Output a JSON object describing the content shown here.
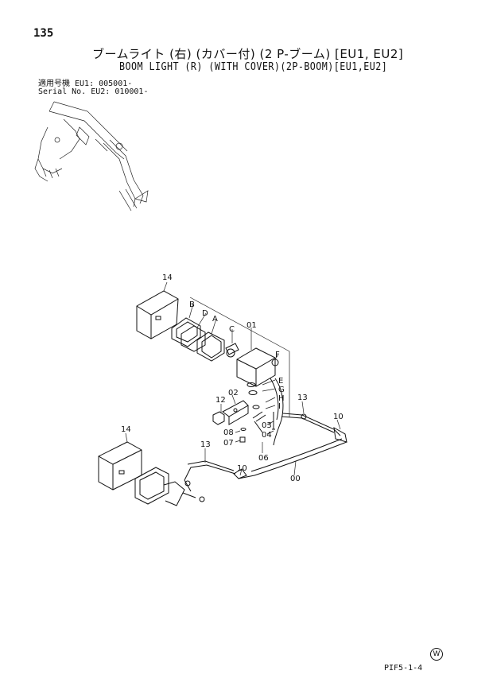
{
  "header": {
    "page_number": "135",
    "title_jp": "ブームライト (右) (カバー付) (2 P-ブーム) [EU1, EU2]",
    "title_en": "BOOM LIGHT (R) (WITH COVER)(2P-BOOM)[EU1,EU2]",
    "serial_line1": "適用号機  EU1: 005001-",
    "serial_line2": "Serial No. EU2: 010001-"
  },
  "footer": {
    "code": "PIF5-1-4",
    "mark": "W"
  },
  "callouts": {
    "c14a": "14",
    "cB": "B",
    "cD": "D",
    "cA": "A",
    "cC": "C",
    "c01": "01",
    "cF": "F",
    "cE": "E",
    "cG": "G",
    "cH": "H",
    "cI": "I",
    "c02": "02",
    "c12": "12",
    "c13a": "13",
    "c10a": "10",
    "c03": "03",
    "c04": "04",
    "c08": "08",
    "c07": "07",
    "c06": "06",
    "c14b": "14",
    "c13b": "13",
    "c10b": "10",
    "c00": "00"
  }
}
